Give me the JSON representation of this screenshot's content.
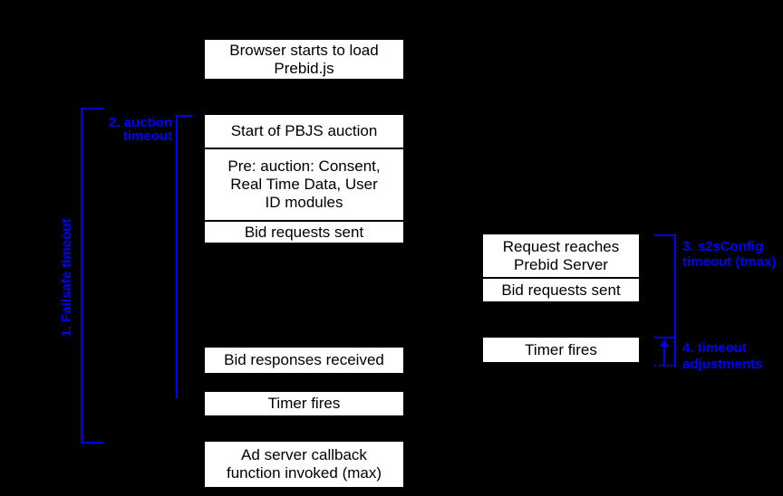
{
  "palette": {
    "background": "#000000",
    "box_fill": "#ffffff",
    "box_text": "#000000",
    "annotation_blue": "#0000ff"
  },
  "client_column": {
    "browser_load": "Browser starts to load\nPrebid.js",
    "auction_start": "Start of PBJS auction",
    "pre_auction_modules": "Pre: auction: Consent,\nReal Time Data, User\nID modules",
    "bid_requests_sent": "Bid requests sent",
    "bid_responses_received": "Bid responses received",
    "timer_fires": "Timer fires",
    "ad_server_callback": "Ad server callback\nfunction invoked (max)"
  },
  "server_column": {
    "request_reaches_server": "Request reaches\nPrebid Server",
    "bid_requests_sent": "Bid requests sent",
    "timer_fires": "Timer fires"
  },
  "annotations": {
    "failsafe_timeout": "1. Failsafe timeout",
    "auction_timeout": "2. auction\ntimeout",
    "s2s_timeout": "3. s2sConfig\ntimeout (tmax)",
    "timeout_adjustments": "4. timeout\nadjustments"
  }
}
